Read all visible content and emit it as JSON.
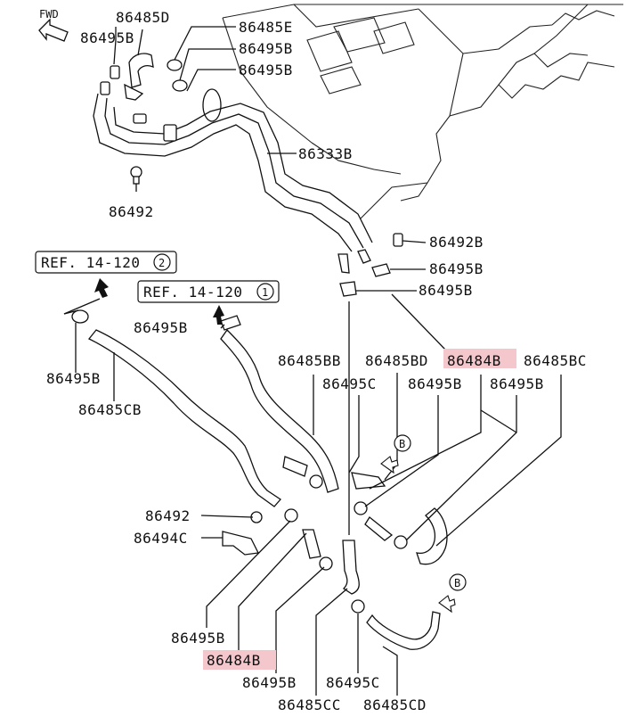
{
  "fwd_label": "FWD",
  "ref_notes": [
    {
      "text": "REF. 14-120",
      "circle": "2"
    },
    {
      "text": "REF. 14-120",
      "circle": "1"
    }
  ],
  "view_marker": "B",
  "highlight_color": "#f4c7cc",
  "labels": {
    "c86485D": "86485D",
    "c86495B_1": "86495B",
    "c86485E": "86485E",
    "c86495B_2": "86495B",
    "c86495B_3": "86495B",
    "c86333B": "86333B",
    "c86492_1": "86492",
    "c86492B": "86492B",
    "c86495B_4": "86495B",
    "c86495B_5": "86495B",
    "c86495B_6": "86495B",
    "c86495B_7": "86495B",
    "c86485CB": "86485CB",
    "c86485BB": "86485BB",
    "c86485BD": "86485BD",
    "c86484B_1": "86484B",
    "c86485BC": "86485BC",
    "c86495C_1": "86495C",
    "c86495B_8": "86495B",
    "c86495B_9": "86495B",
    "c86492_2": "86492",
    "c86494C": "86494C",
    "c86495B_10": "86495B",
    "c86484B_2": "86484B",
    "c86495B_11": "86495B",
    "c86495C_2": "86495C",
    "c86485CC": "86485CC",
    "c86485CD": "86485CD"
  }
}
